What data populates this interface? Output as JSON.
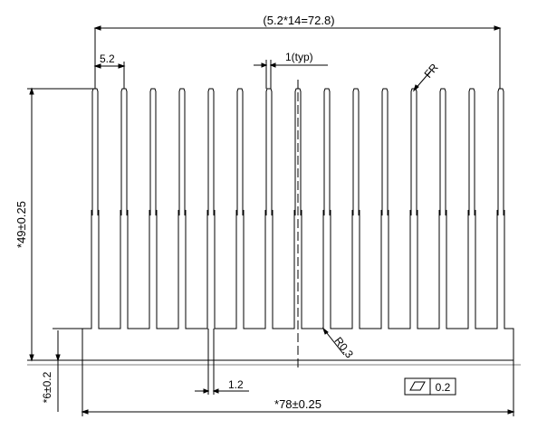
{
  "dimensions": {
    "total_fin_span": "(5.2*14=72.8)",
    "fin_pitch": "5.2",
    "fin_thickness": "1(typ)",
    "fin_height": "*49±0.25",
    "base_thickness": "*6±0.2",
    "base_fin_thickness": "1.2",
    "overall_width": "*78±0.25",
    "root_radius": "R0.3",
    "tip_radius": "FR"
  },
  "flatness": {
    "tolerance": "0.2"
  },
  "profile": {
    "fin_count": 15
  }
}
